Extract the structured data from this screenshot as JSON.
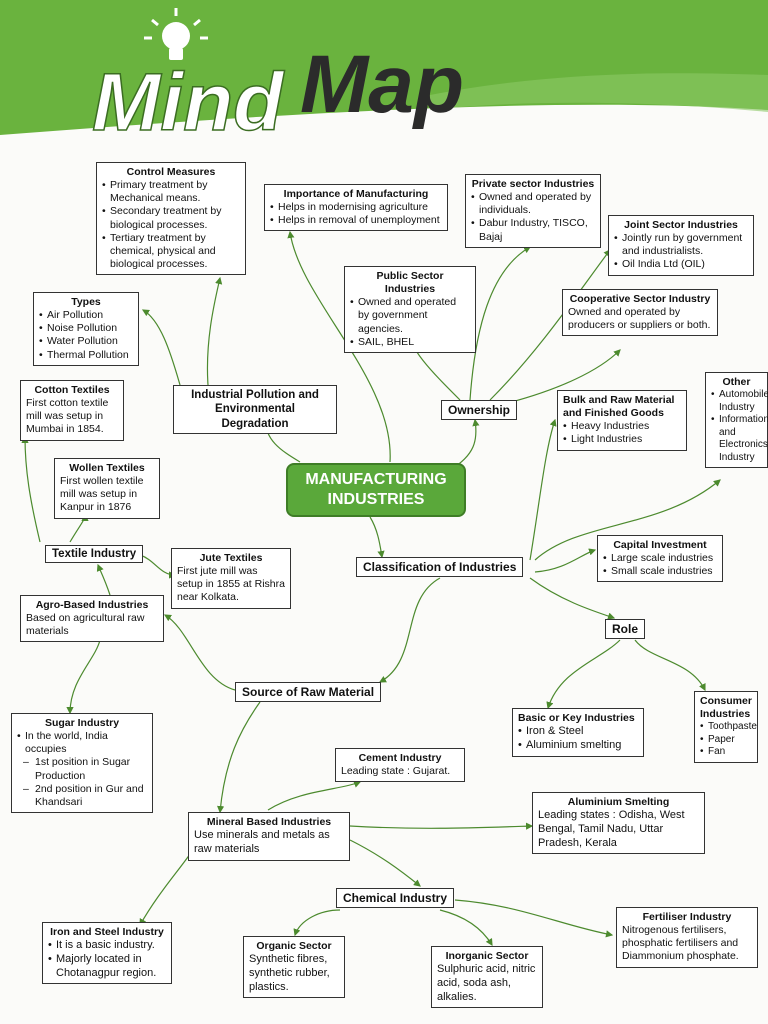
{
  "banner": {
    "title_word1": "Mind",
    "title_word2": "Map",
    "icon": "lightbulb-icon"
  },
  "colors": {
    "banner_green": "#6ab33e",
    "center_green": "#5aa83a",
    "arrow_green": "#4c8a2e"
  },
  "center": {
    "line1": "MANUFACTURING",
    "line2": "INDUSTRIES"
  },
  "labels": {
    "pollution": "Industrial Pollution and Environmental Degradation",
    "ownership": "Ownership",
    "classification": "Classification of Industries",
    "source": "Source of Raw Material",
    "role": "Role",
    "textile": "Textile Industry",
    "chemical": "Chemical Industry"
  },
  "control": {
    "title": "Control Measures",
    "items": [
      "Primary treatment by Mechanical means.",
      "Secondary treatment by biological processes.",
      "Tertiary treatment by chemical, physical and biological processes."
    ]
  },
  "importance": {
    "title": "Importance of Manufacturing",
    "items": [
      "Helps in modernising agriculture",
      "Helps in removal of unemployment"
    ]
  },
  "private": {
    "title": "Private sector Industries",
    "items": [
      "Owned and operated by individuals.",
      "Dabur Industry, TISCO, Bajaj"
    ]
  },
  "joint": {
    "title": "Joint Sector Industries",
    "items": [
      "Jointly run by government and industrialists.",
      "Oil India Ltd (OIL)"
    ]
  },
  "public": {
    "title": "Public Sector Industries",
    "items": [
      "Owned and operated by government agencies.",
      "SAIL, BHEL"
    ]
  },
  "cooperative": {
    "title": "Cooperative Sector Industry",
    "text": "Owned and operated by producers or suppliers or both."
  },
  "types": {
    "title": "Types",
    "items": [
      "Air Pollution",
      "Noise Pollution",
      "Water Pollution",
      "Thermal Pollution"
    ]
  },
  "cotton": {
    "title": "Cotton Textiles",
    "text": "First cotton textile mill was setup in Mumbai in 1854."
  },
  "wollen": {
    "title": "Wollen Textiles",
    "text": "First wollen textile mill was setup in Kanpur in 1876"
  },
  "jute": {
    "title": "Jute Textiles",
    "text": "First jute mill was setup in 1855 at Rishra near Kolkata."
  },
  "bulk": {
    "title": "Bulk and Raw Material and Finished Goods",
    "items": [
      "Heavy Industries",
      "Light Industries"
    ]
  },
  "other": {
    "title": "Other",
    "items": [
      "Automobile Industry",
      "Information and Electronics Industry"
    ]
  },
  "capital": {
    "title": "Capital Investment",
    "items": [
      "Large scale industries",
      "Small scale industries"
    ]
  },
  "agro": {
    "title": "Agro-Based Industries",
    "text": "Based on agricultural raw materials"
  },
  "sugar": {
    "title": "Sugar Industry",
    "intro": "In the world, India occupies",
    "items": [
      "1st position in Sugar Production",
      "2nd position in Gur and Khandsari"
    ]
  },
  "basic": {
    "title": "Basic or Key Industries",
    "items": [
      "Iron & Steel",
      "Aluminium smelting"
    ]
  },
  "consumer": {
    "title": "Consumer Industries",
    "items": [
      "Toothpaste",
      "Paper",
      "Fan"
    ]
  },
  "cement": {
    "title": "Cement Industry",
    "text": "Leading state : Gujarat."
  },
  "aluminium": {
    "title": "Aluminium Smelting",
    "text": "Leading states : Odisha, West Bengal, Tamil Nadu, Uttar Pradesh, Kerala"
  },
  "mineral": {
    "title": "Mineral Based Industries",
    "text": "Use minerals and metals as raw materials"
  },
  "iron": {
    "title": "Iron and Steel Industry",
    "items": [
      "It is a basic industry.",
      "Majorly located in Chotanagpur region."
    ]
  },
  "organic": {
    "title": "Organic Sector",
    "text": "Synthetic fibres, synthetic rubber, plastics."
  },
  "inorganic": {
    "title": "Inorganic Sector",
    "text": "Sulphuric acid, nitric acid, soda ash, alkalies."
  },
  "fertiliser": {
    "title": "Fertiliser Industry",
    "text": "Nitrogenous fertilisers, phosphatic fertilisers and Diammonium phosphate."
  }
}
